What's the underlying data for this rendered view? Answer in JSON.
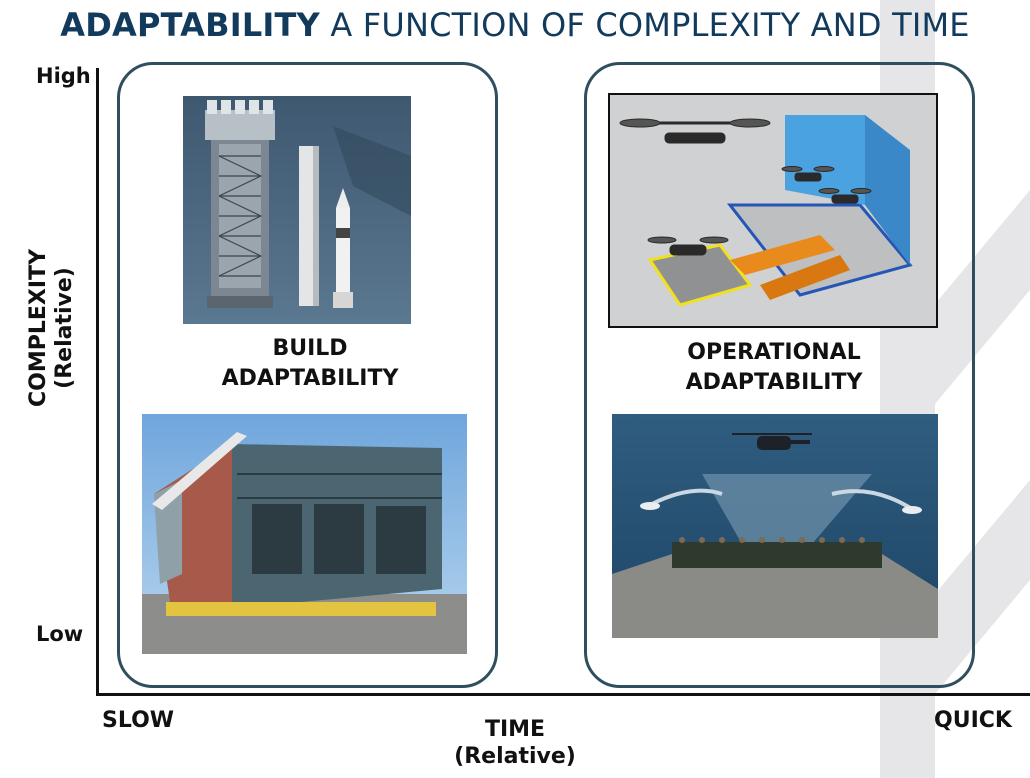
{
  "title": {
    "bold": "ADAPTABILITY",
    "rest": "A FUNCTION OF COMPLEXITY AND TIME"
  },
  "y_axis": {
    "high": "High",
    "low": "Low",
    "title_line1": "COMPLEXITY",
    "title_line2": "(Relative)"
  },
  "x_axis": {
    "slow": "SLOW",
    "quick": "QUICK",
    "title_line1": "TIME",
    "title_line2": "(Relative)"
  },
  "panels": {
    "build": {
      "label_line1": "BUILD",
      "label_line2": "ADAPTABILITY",
      "images": [
        "tower-rocket-render",
        "ship-hull-block"
      ]
    },
    "operational": {
      "label_line1": "OPERATIONAL",
      "label_line2": "ADAPTABILITY",
      "images": [
        "drone-hangar-render",
        "helicopter-over-sea-deck"
      ]
    }
  },
  "colors": {
    "title": "#123a5c",
    "panel_border": "#2f4f5f",
    "stripe": "#e6e6e8"
  }
}
